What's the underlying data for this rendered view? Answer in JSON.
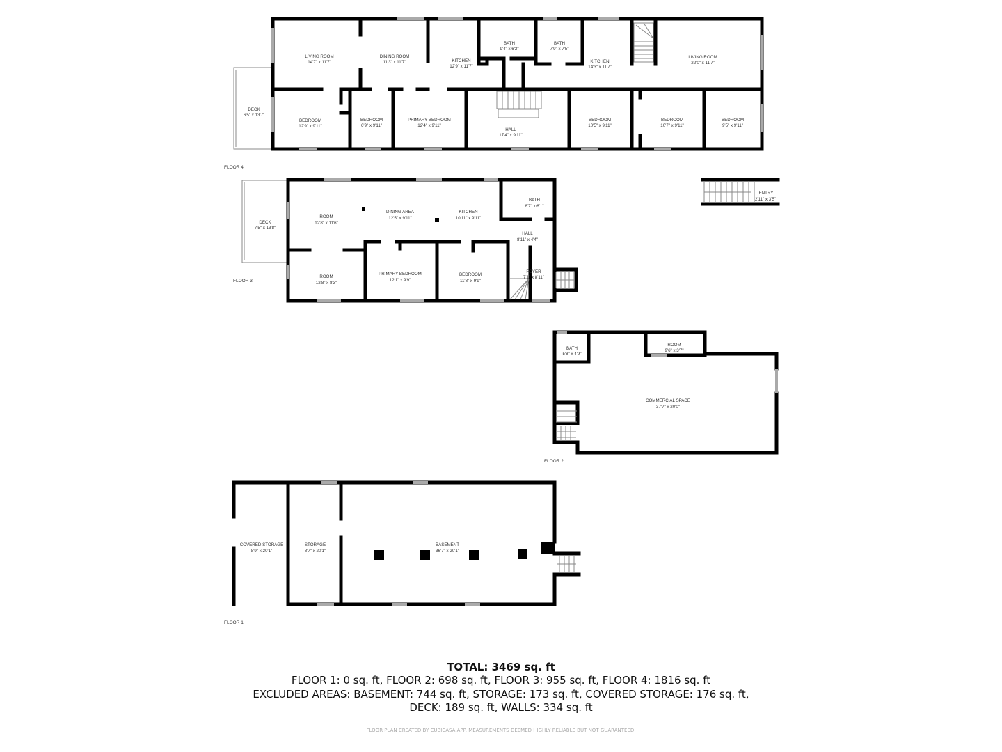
{
  "floors": {
    "floor4": {
      "label": "FLOOR 4",
      "rooms": [
        {
          "name": "LIVING ROOM",
          "size": "14'7\" x 11'7\""
        },
        {
          "name": "DINING ROOM",
          "size": "11'3\" x 11'7\""
        },
        {
          "name": "KITCHEN",
          "size": "12'9\" x 11'7\""
        },
        {
          "name": "BATH",
          "size": "9'4\" x 6'2\""
        },
        {
          "name": "BATH",
          "size": "7'9\" x 7'5\""
        },
        {
          "name": "KITCHEN",
          "size": "14'3\" x 11'7\""
        },
        {
          "name": "LIVING ROOM",
          "size": "22'0\" x 11'7\""
        },
        {
          "name": "DECK",
          "size": "6'5\" x 13'7\""
        },
        {
          "name": "BEDROOM",
          "size": "12'9\" x 9'11\""
        },
        {
          "name": "BEDROOM",
          "size": "6'9\" x 9'11\""
        },
        {
          "name": "PRIMARY BEDROOM",
          "size": "12'4\" x 9'11\""
        },
        {
          "name": "HALL",
          "size": "17'4\" x 9'11\""
        },
        {
          "name": "BEDROOM",
          "size": "10'5\" x 9'11\""
        },
        {
          "name": "BEDROOM",
          "size": "10'7\" x 9'11\""
        },
        {
          "name": "BEDROOM",
          "size": "9'5\" x 9'11\""
        },
        {
          "name": "ENTRY",
          "size": "2'11\" x 3'5\""
        }
      ]
    },
    "floor3": {
      "label": "FLOOR 3",
      "rooms": [
        {
          "name": "DECK",
          "size": "7'5\" x 13'8\""
        },
        {
          "name": "ROOM",
          "size": "12'8\" x 11'6\""
        },
        {
          "name": "DINING AREA",
          "size": "12'5\" x 9'11\""
        },
        {
          "name": "KITCHEN",
          "size": "10'11\" x 9'11\""
        },
        {
          "name": "BATH",
          "size": "8'7\" x 6'1\""
        },
        {
          "name": "HALL",
          "size": "8'11\" x 4'4\""
        },
        {
          "name": "ROOM",
          "size": "12'8\" x 8'3\""
        },
        {
          "name": "PRIMARY BEDROOM",
          "size": "12'1\" x 9'9\""
        },
        {
          "name": "BEDROOM",
          "size": "11'8\" x 9'9\""
        },
        {
          "name": "FOYER",
          "size": "7'1\" x 8'11\""
        }
      ]
    },
    "floor2": {
      "label": "FLOOR 2",
      "rooms": [
        {
          "name": "BATH",
          "size": "5'8\" x 4'9\""
        },
        {
          "name": "ROOM",
          "size": "9'6\" x 3'7\""
        },
        {
          "name": "COMMERCIAL SPACE",
          "size": "37'7\" x 20'0\""
        }
      ]
    },
    "floor1": {
      "label": "FLOOR 1",
      "rooms": [
        {
          "name": "COVERED STORAGE",
          "size": "8'9\" x 20'1\""
        },
        {
          "name": "STORAGE",
          "size": "8'7\" x 20'1\""
        },
        {
          "name": "BASEMENT",
          "size": "36'7\" x 20'1\""
        }
      ]
    }
  },
  "summary": {
    "total": "TOTAL: 3469 sq. ft",
    "floors_line": "FLOOR 1: 0 sq. ft, FLOOR 2: 698 sq. ft, FLOOR 3: 955 sq. ft, FLOOR 4: 1816 sq. ft",
    "excluded_line": "EXCLUDED AREAS: BASEMENT: 744 sq. ft, STORAGE: 173 sq. ft, COVERED STORAGE: 176 sq. ft,",
    "excluded_line2": "DECK: 189 sq. ft, WALLS: 334 sq. ft",
    "footer": "FLOOR PLAN CREATED BY CUBICASA APP. MEASUREMENTS DEEMED HIGHLY RELIABLE BUT NOT GUARANTEED."
  }
}
